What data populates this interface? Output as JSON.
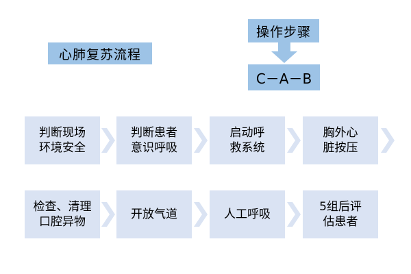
{
  "title": "心肺复苏流程",
  "steps_label": "操作步骤",
  "sequence": "C－A－B",
  "colors": {
    "header_fill": "#9dc3e6",
    "node_fill": "#dae3f3",
    "arrow_fill": "#9dc3e6",
    "chevron_fill": "#dae3f3"
  },
  "row1": [
    {
      "label": "判断现场\n环境安全"
    },
    {
      "label": "判断患者\n意识呼吸"
    },
    {
      "label": "启动呼\n救系统"
    },
    {
      "label": "胸外心\n脏按压"
    }
  ],
  "row2": [
    {
      "label": "检查、清理\n口腔异物"
    },
    {
      "label": "开放气道"
    },
    {
      "label": "人工呼吸"
    },
    {
      "label": "5组后评\n估患者"
    }
  ]
}
